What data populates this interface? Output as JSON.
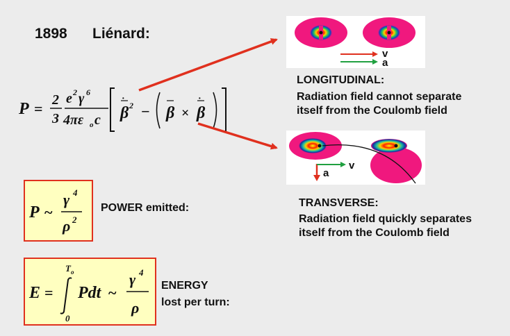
{
  "header": {
    "year": "1898",
    "name": "Liénard:"
  },
  "longitudinal": {
    "title": "LONGITUDINAL:",
    "line1": "Radiation field cannot separate",
    "line2": "itself from the Coulomb field",
    "v_label": "v",
    "a_label": "a"
  },
  "transverse": {
    "title": "TRANSVERSE:",
    "line1": "Radiation field quickly separates",
    "line2": "itself from the Coulomb field",
    "v_label": "v",
    "a_label": "a"
  },
  "power": {
    "label": "POWER emitted:"
  },
  "energy": {
    "line1": "ENERGY",
    "line2": "lost per turn:"
  },
  "colors": {
    "pink": "#f0187e",
    "arrow_red": "#e0301e",
    "box_border": "#e0301e",
    "box_fill": "#ffffc0"
  }
}
